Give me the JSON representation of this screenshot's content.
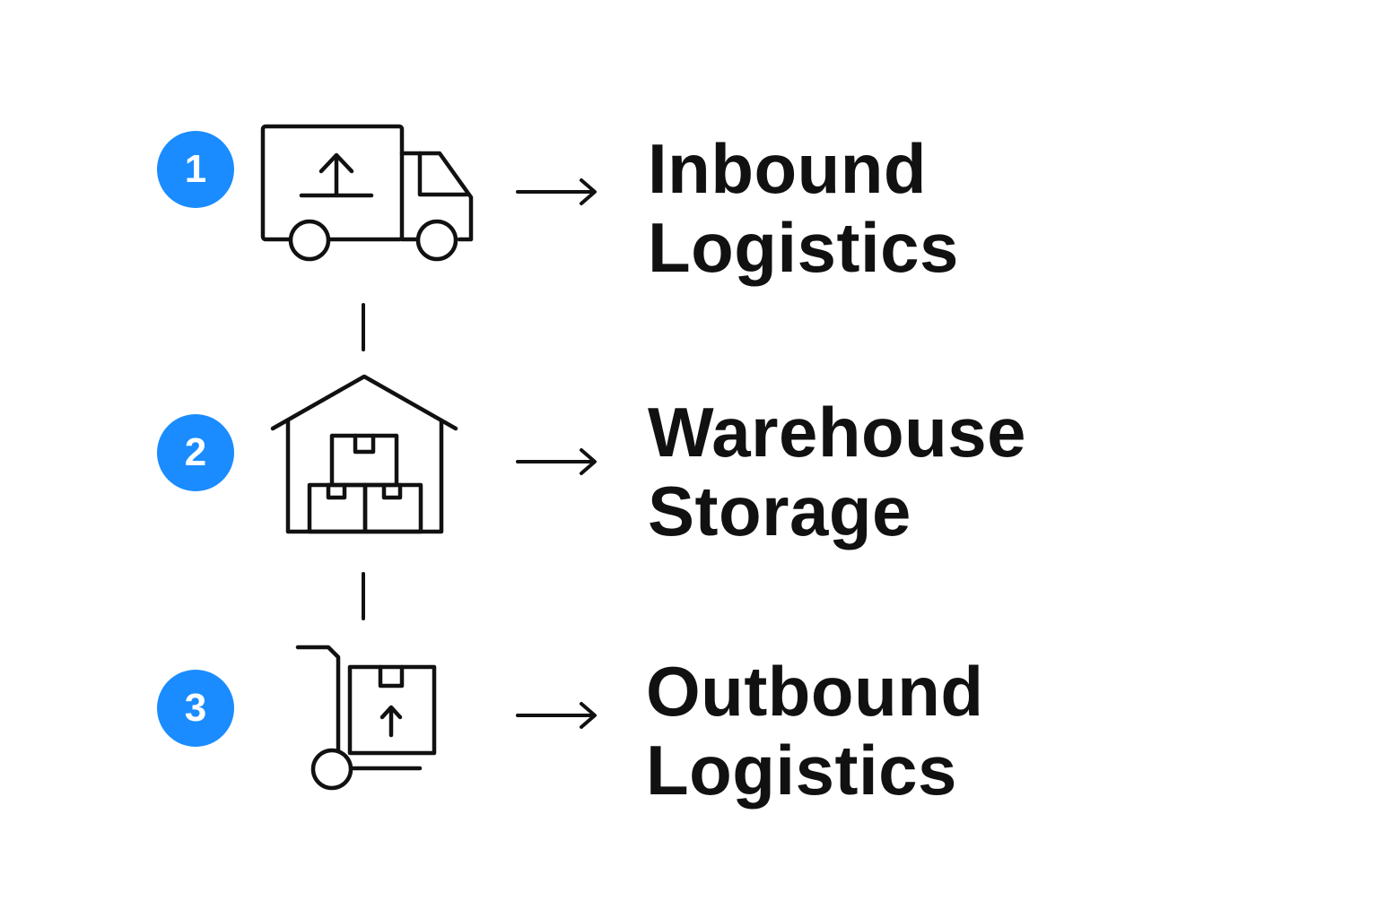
{
  "accent_color": "#1a8cff",
  "text_color": "#111111",
  "steps": [
    {
      "number": "1",
      "icon": "delivery-truck-icon",
      "line1": "Inbound",
      "line2": "Logistics"
    },
    {
      "number": "2",
      "icon": "warehouse-icon",
      "line1": "Warehouse",
      "line2": "Storage"
    },
    {
      "number": "3",
      "icon": "hand-truck-icon",
      "line1": "Outbound",
      "line2": "Logistics"
    }
  ]
}
